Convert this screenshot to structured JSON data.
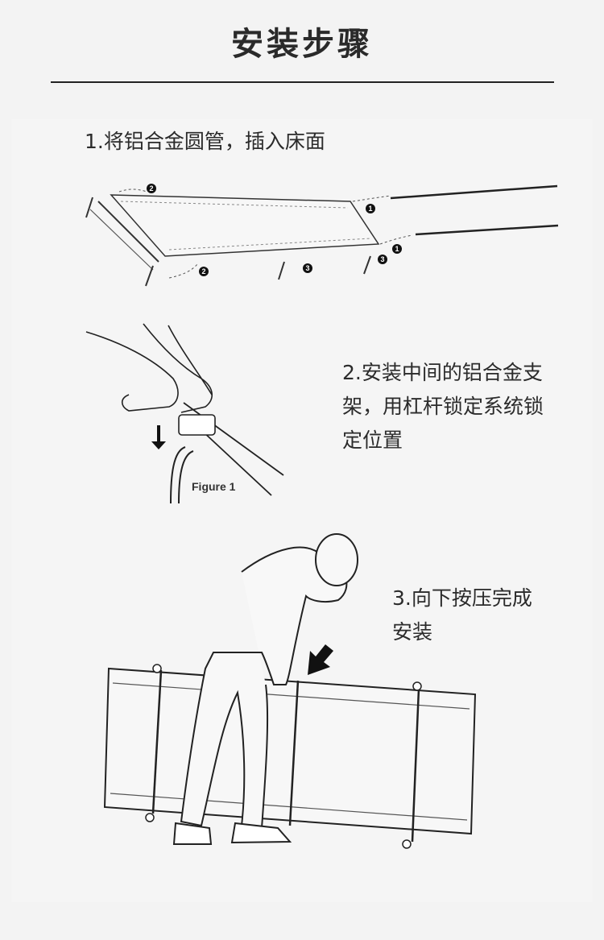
{
  "title": "安装步骤",
  "steps": [
    {
      "text": "1.将铝合金圆管，插入床面"
    },
    {
      "text": "2.安装中间的铝合金支架，用杠杆锁定系统锁定位置"
    },
    {
      "text": "3.向下按压完成安装"
    }
  ],
  "figure_label": "Figure 1",
  "markers": [
    "1",
    "2",
    "3"
  ]
}
